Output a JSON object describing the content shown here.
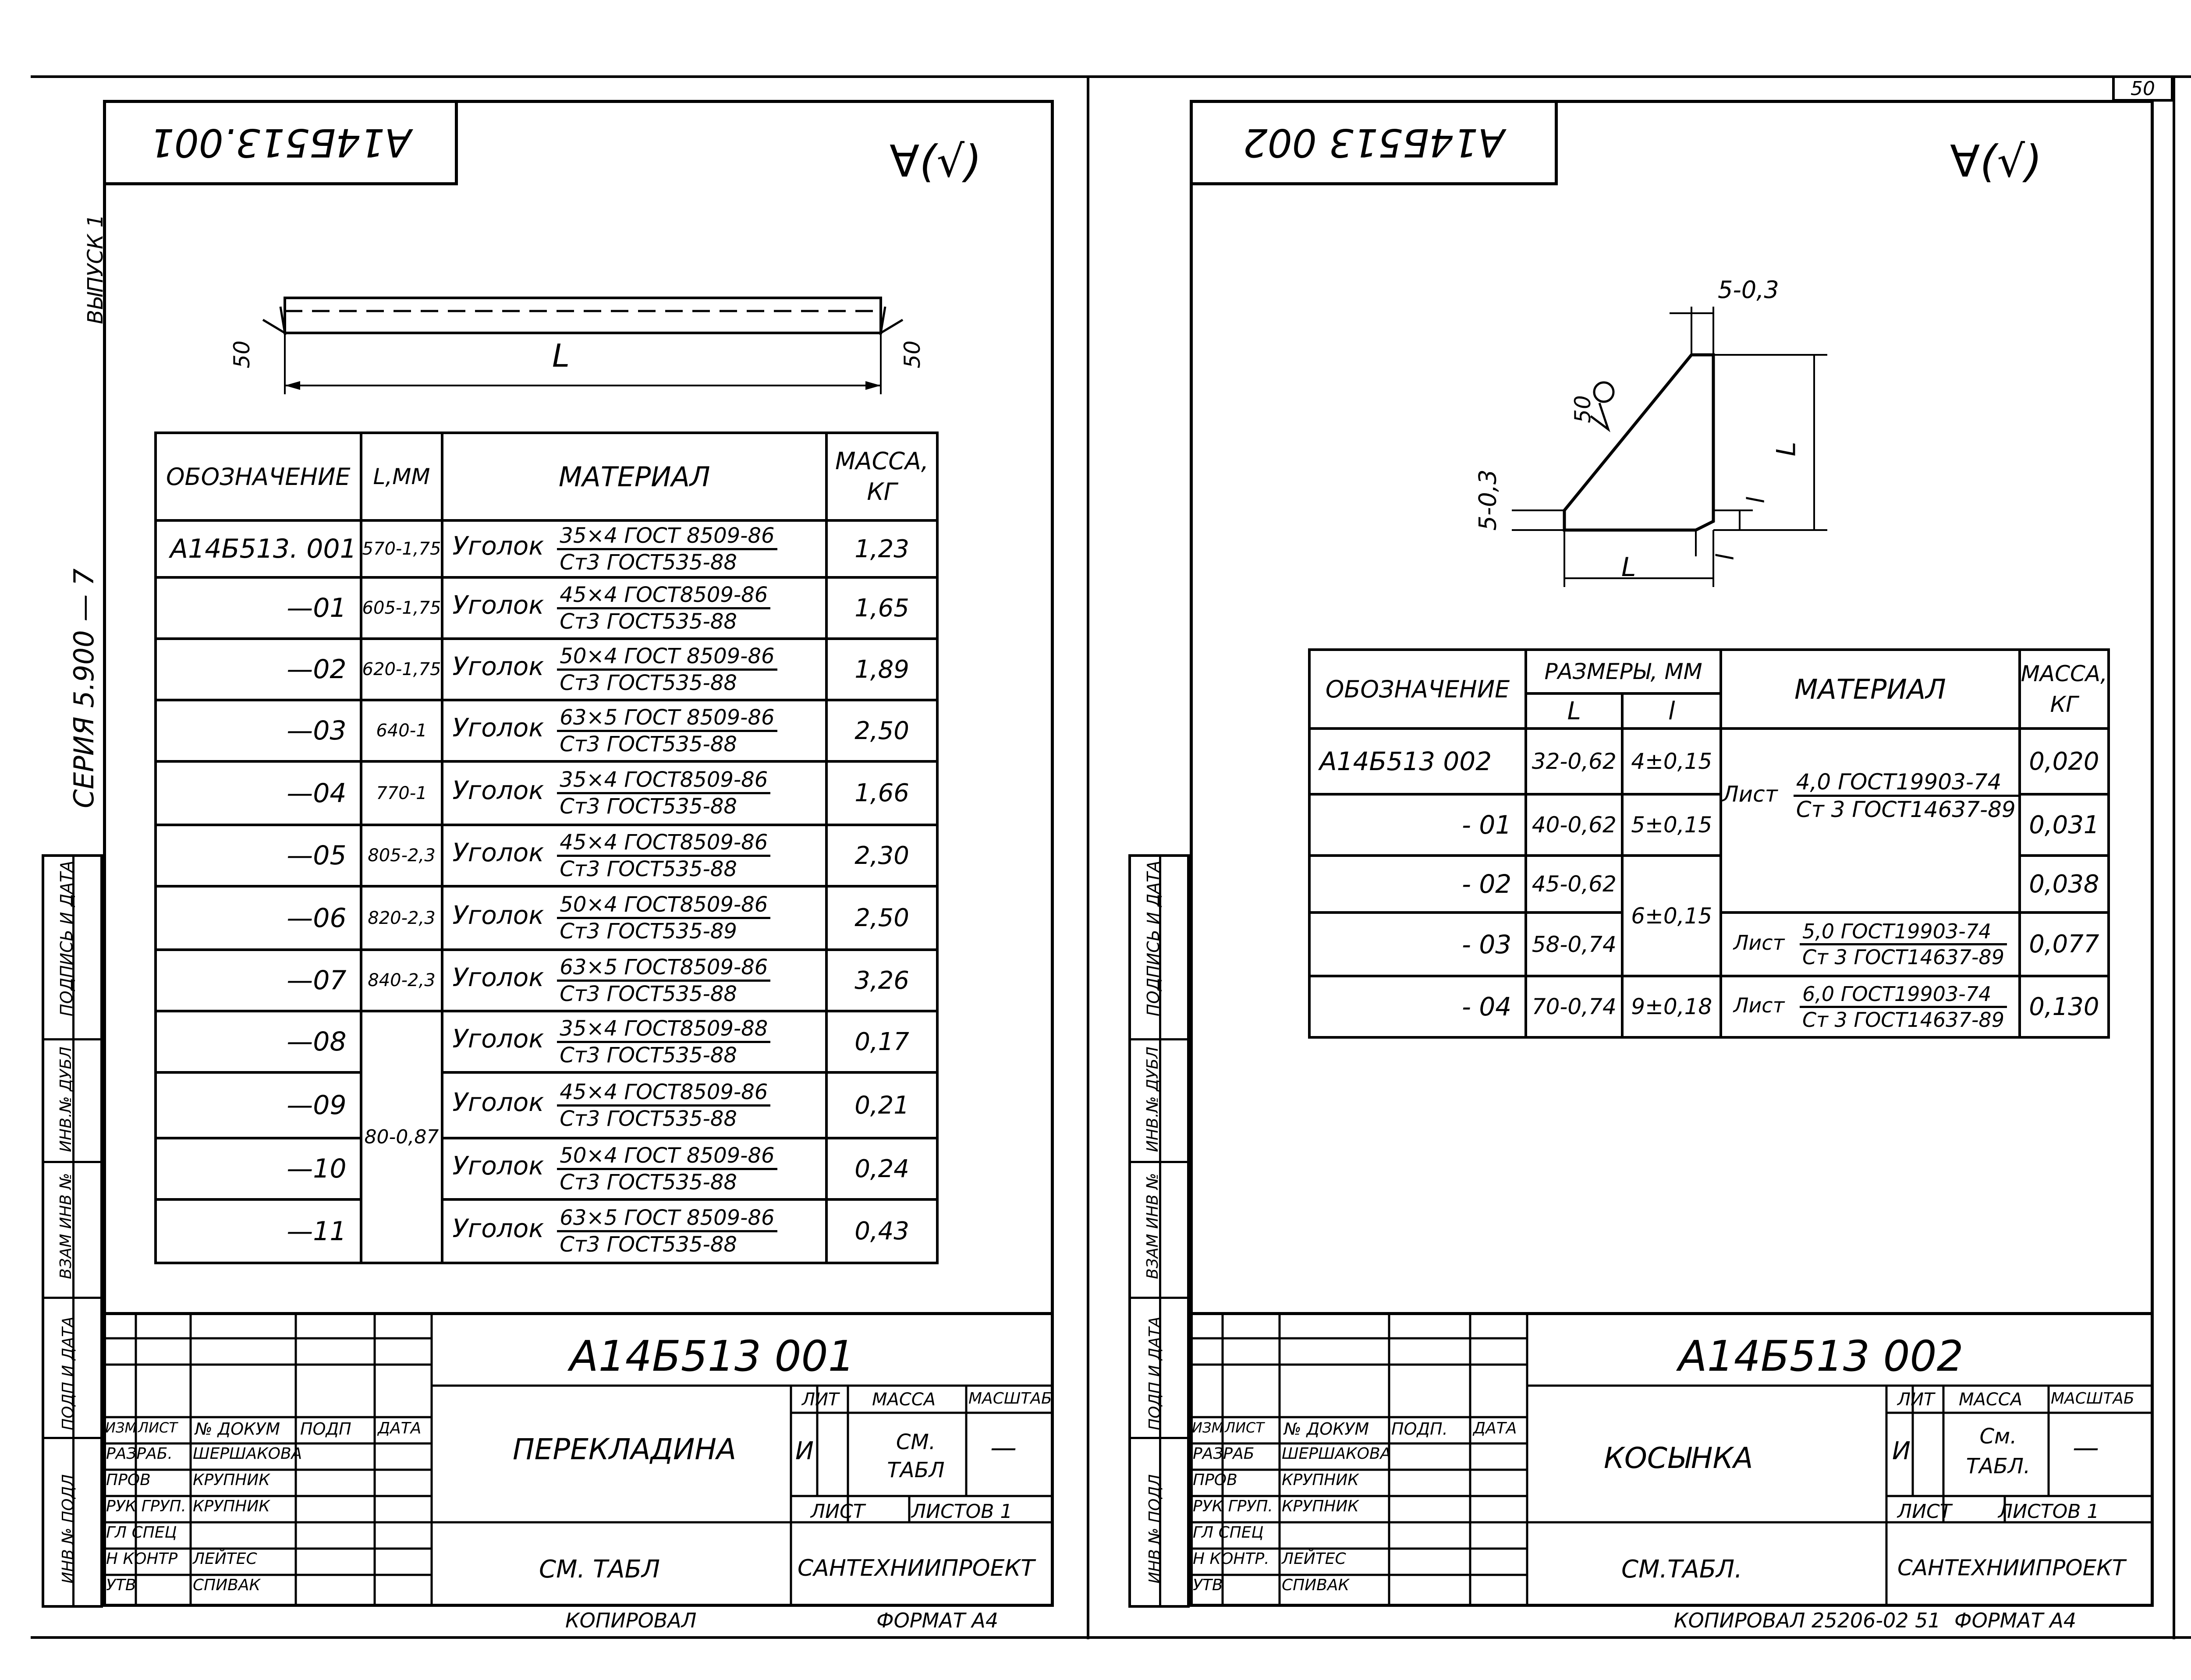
{
  "page_number": "50",
  "side_stamps": {
    "vypusk": "ВЫПУСК 1",
    "seriya": "СЕРИЯ   5.900 — 7",
    "inv_podl": "ИНВ № ПОДЛ",
    "podp_data": "ПОДП И ДАТА",
    "vzam_inv": "ВЗАМ ИНВ №",
    "inv_dubl": "ИНВ.№ ДУБЛ",
    "podpis_data": "ПОДПИСЬ И ДАТА"
  },
  "left": {
    "top_code": "А14Б513.001",
    "roughness": "∀(√)",
    "drawing": {
      "dim_L": "L",
      "rough_left": "50",
      "rough_right": "50"
    },
    "table": {
      "headers": {
        "designation": "ОБОЗНАЧЕНИЕ",
        "length": "L,ММ",
        "material": "МАТЕРИАЛ",
        "mass": "МАССА,",
        "mass_unit": "КГ"
      },
      "rows": [
        {
          "designation": "А14Б513. 001",
          "length": "570-1,75",
          "mat": "Уголок",
          "num": "35×4   ГОСТ 8509-86",
          "den": "Ст3     ГОСТ535-88",
          "mass": "1,23"
        },
        {
          "designation": "—01",
          "length": "605-1,75",
          "mat": "Уголок",
          "num": "45×4       ГОСТ8509-86",
          "den": "Ст3      ГОСТ535-88",
          "mass": "1,65"
        },
        {
          "designation": "—02",
          "length": "620-1,75",
          "mat": "Уголок",
          "num": "50×4   ГОСТ 8509-86",
          "den": "Ст3    ГОСТ535-88",
          "mass": "1,89"
        },
        {
          "designation": "—03",
          "length": "640-1",
          "mat": "Уголок",
          "num": "63×5    ГОСТ 8509-86",
          "den": "Ст3     ГОСТ535-88",
          "mass": "2,50"
        },
        {
          "designation": "—04",
          "length": "770-1",
          "mat": "Уголок",
          "num": "35×4       ГОСТ8509-86",
          "den": "Ст3     ГОСТ535-88",
          "mass": "1,66"
        },
        {
          "designation": "—05",
          "length": "805-2,3",
          "mat": "Уголок",
          "num": "45×4       ГОСТ8509-86",
          "den": "Ст3     ГОСТ535-88",
          "mass": "2,30"
        },
        {
          "designation": "—06",
          "length": "820-2,3",
          "mat": "Уголок",
          "num": "50×4      ГОСТ8509-86",
          "den": "Ст3      ГОСТ535-89",
          "mass": "2,50"
        },
        {
          "designation": "—07",
          "length": "840-2,3",
          "mat": "Уголок",
          "num": "63×5      ГОСТ8509-86",
          "den": "Ст3     ГОСТ535-88",
          "mass": "3,26"
        },
        {
          "designation": "—08",
          "length": "",
          "mat": "Уголок",
          "num": "35×4      ГОСТ8509-88",
          "den": "Ст3     ГОСТ535-88",
          "mass": "0,17"
        },
        {
          "designation": "—09",
          "length": "",
          "mat": "Уголок",
          "num": "45×4      ГОСТ8509-86",
          "den": "Ст3     ГОСТ535-88",
          "mass": "0,21"
        },
        {
          "designation": "—10",
          "length": "",
          "mat": "Уголок",
          "num": "50×4   ГОСТ 8509-86",
          "den": "Ст3     ГОСТ535-88",
          "mass": "0,24"
        },
        {
          "designation": "—11",
          "length": "",
          "mat": "Уголок",
          "num": "63×5   ГОСТ 8509-86",
          "den": "Ст3     ГОСТ535-88",
          "mass": "0,43"
        }
      ],
      "merged_length": "80-0,87"
    },
    "titleblock": {
      "code": "А14Б513 001",
      "name": "ПЕРЕКЛАДИНА",
      "lit": "ЛИТ",
      "massa": "МАССА",
      "masshtab": "МАСШТАБ",
      "lit_val": "И",
      "massa_val": "СМ. ТАБЛ",
      "masshtab_val": "—",
      "list": "ЛИСТ",
      "listov": "ЛИСТОВ 1",
      "material": "СМ. ТАБЛ",
      "org": "САНТЕХНИИПРОЕКТ",
      "roles": [
        "ИЗМ",
        "ЛИСТ",
        "№ ДОКУМ",
        "ПОДП",
        "ДАТА"
      ],
      "people": [
        {
          "role": "РАЗРАБ.",
          "name": "ШЕРШАКОВА"
        },
        {
          "role": "ПРОВ",
          "name": "КРУПНИК"
        },
        {
          "role": "РУК ГРУП.",
          "name": "КРУПНИК"
        },
        {
          "role": "ГЛ СПЕЦ",
          "name": ""
        },
        {
          "role": "Н КОНТР",
          "name": "ЛЕЙТЕС"
        },
        {
          "role": "УТВ",
          "name": "СПИВАК"
        }
      ],
      "copied": "КОПИРОВАЛ",
      "format": "ФОРМАТ А4"
    }
  },
  "right": {
    "top_code": "А14Б513 002",
    "roughness": "∀(√)",
    "drawing": {
      "dim_top": "5-0,3",
      "dim_left": "5-0,3",
      "rough": "50",
      "L1": "L",
      "L2": "L",
      "l1": "l",
      "l2": "l"
    },
    "table": {
      "headers": {
        "designation": "ОБОЗНАЧЕНИЕ",
        "sizes": "РАЗМЕРЫ, ММ",
        "L": "L",
        "l": "l",
        "material": "МАТЕРИАЛ",
        "mass": "МАССА,",
        "mass_unit": "КГ"
      },
      "rows": [
        {
          "designation": "А14Б513 002",
          "L": "32-0,62",
          "l": "4±0,15",
          "mass": "0,020"
        },
        {
          "designation": "- 01",
          "L": "40-0,62",
          "l": "5±0,15",
          "mass": "0,031"
        },
        {
          "designation": "- 02",
          "L": "45-0,62",
          "l": "",
          "mass": "0,038"
        },
        {
          "designation": "- 03",
          "L": "58-0,74",
          "l": "",
          "mass": "0,077"
        },
        {
          "designation": "- 04",
          "L": "70-0,74",
          "l": "9±0,18",
          "mass": "0,130"
        }
      ],
      "merged_l": "6±0,15",
      "materials": [
        {
          "mat": "Лист",
          "num": "4,0 ГОСТ19903-74",
          "den": "Ст 3 ГОСТ14637-89"
        },
        {
          "mat": "Лист",
          "num": "5,0 ГОСТ19903-74",
          "den": "Ст 3 ГОСТ14637-89"
        },
        {
          "mat": "Лист",
          "num": "6,0 ГОСТ19903-74",
          "den": "Ст 3 ГОСТ14637-89"
        }
      ]
    },
    "titleblock": {
      "code": "А14Б513 002",
      "name": "КОСЫНКА",
      "lit": "ЛИТ",
      "massa": "МАССА",
      "masshtab": "МАСШТАБ",
      "lit_val": "И",
      "massa_val": "См. ТАБЛ.",
      "masshtab_val": "—",
      "list": "ЛИСТ",
      "listov": "ЛИСТОВ 1",
      "material": "СМ.ТАБЛ.",
      "org": "САНТЕХНИИПРОЕКТ",
      "roles": [
        "ИЗМ",
        "ЛИСТ",
        "№ ДОКУМ",
        "ПОДП.",
        "ДАТА"
      ],
      "people": [
        {
          "role": "РАЗРАБ",
          "name": "ШЕРШАКОВА"
        },
        {
          "role": "ПРОВ",
          "name": "КРУПНИК"
        },
        {
          "role": "РУК ГРУП.",
          "name": "КРУПНИК"
        },
        {
          "role": "ГЛ СПЕЦ",
          "name": ""
        },
        {
          "role": "Н КОНТР.",
          "name": "ЛЕЙТЕС"
        },
        {
          "role": "УТВ",
          "name": "СПИВАК"
        }
      ],
      "copied": "КОПИРОВАЛ 25206-02  51",
      "format": "ФОРМАТ А4"
    }
  }
}
